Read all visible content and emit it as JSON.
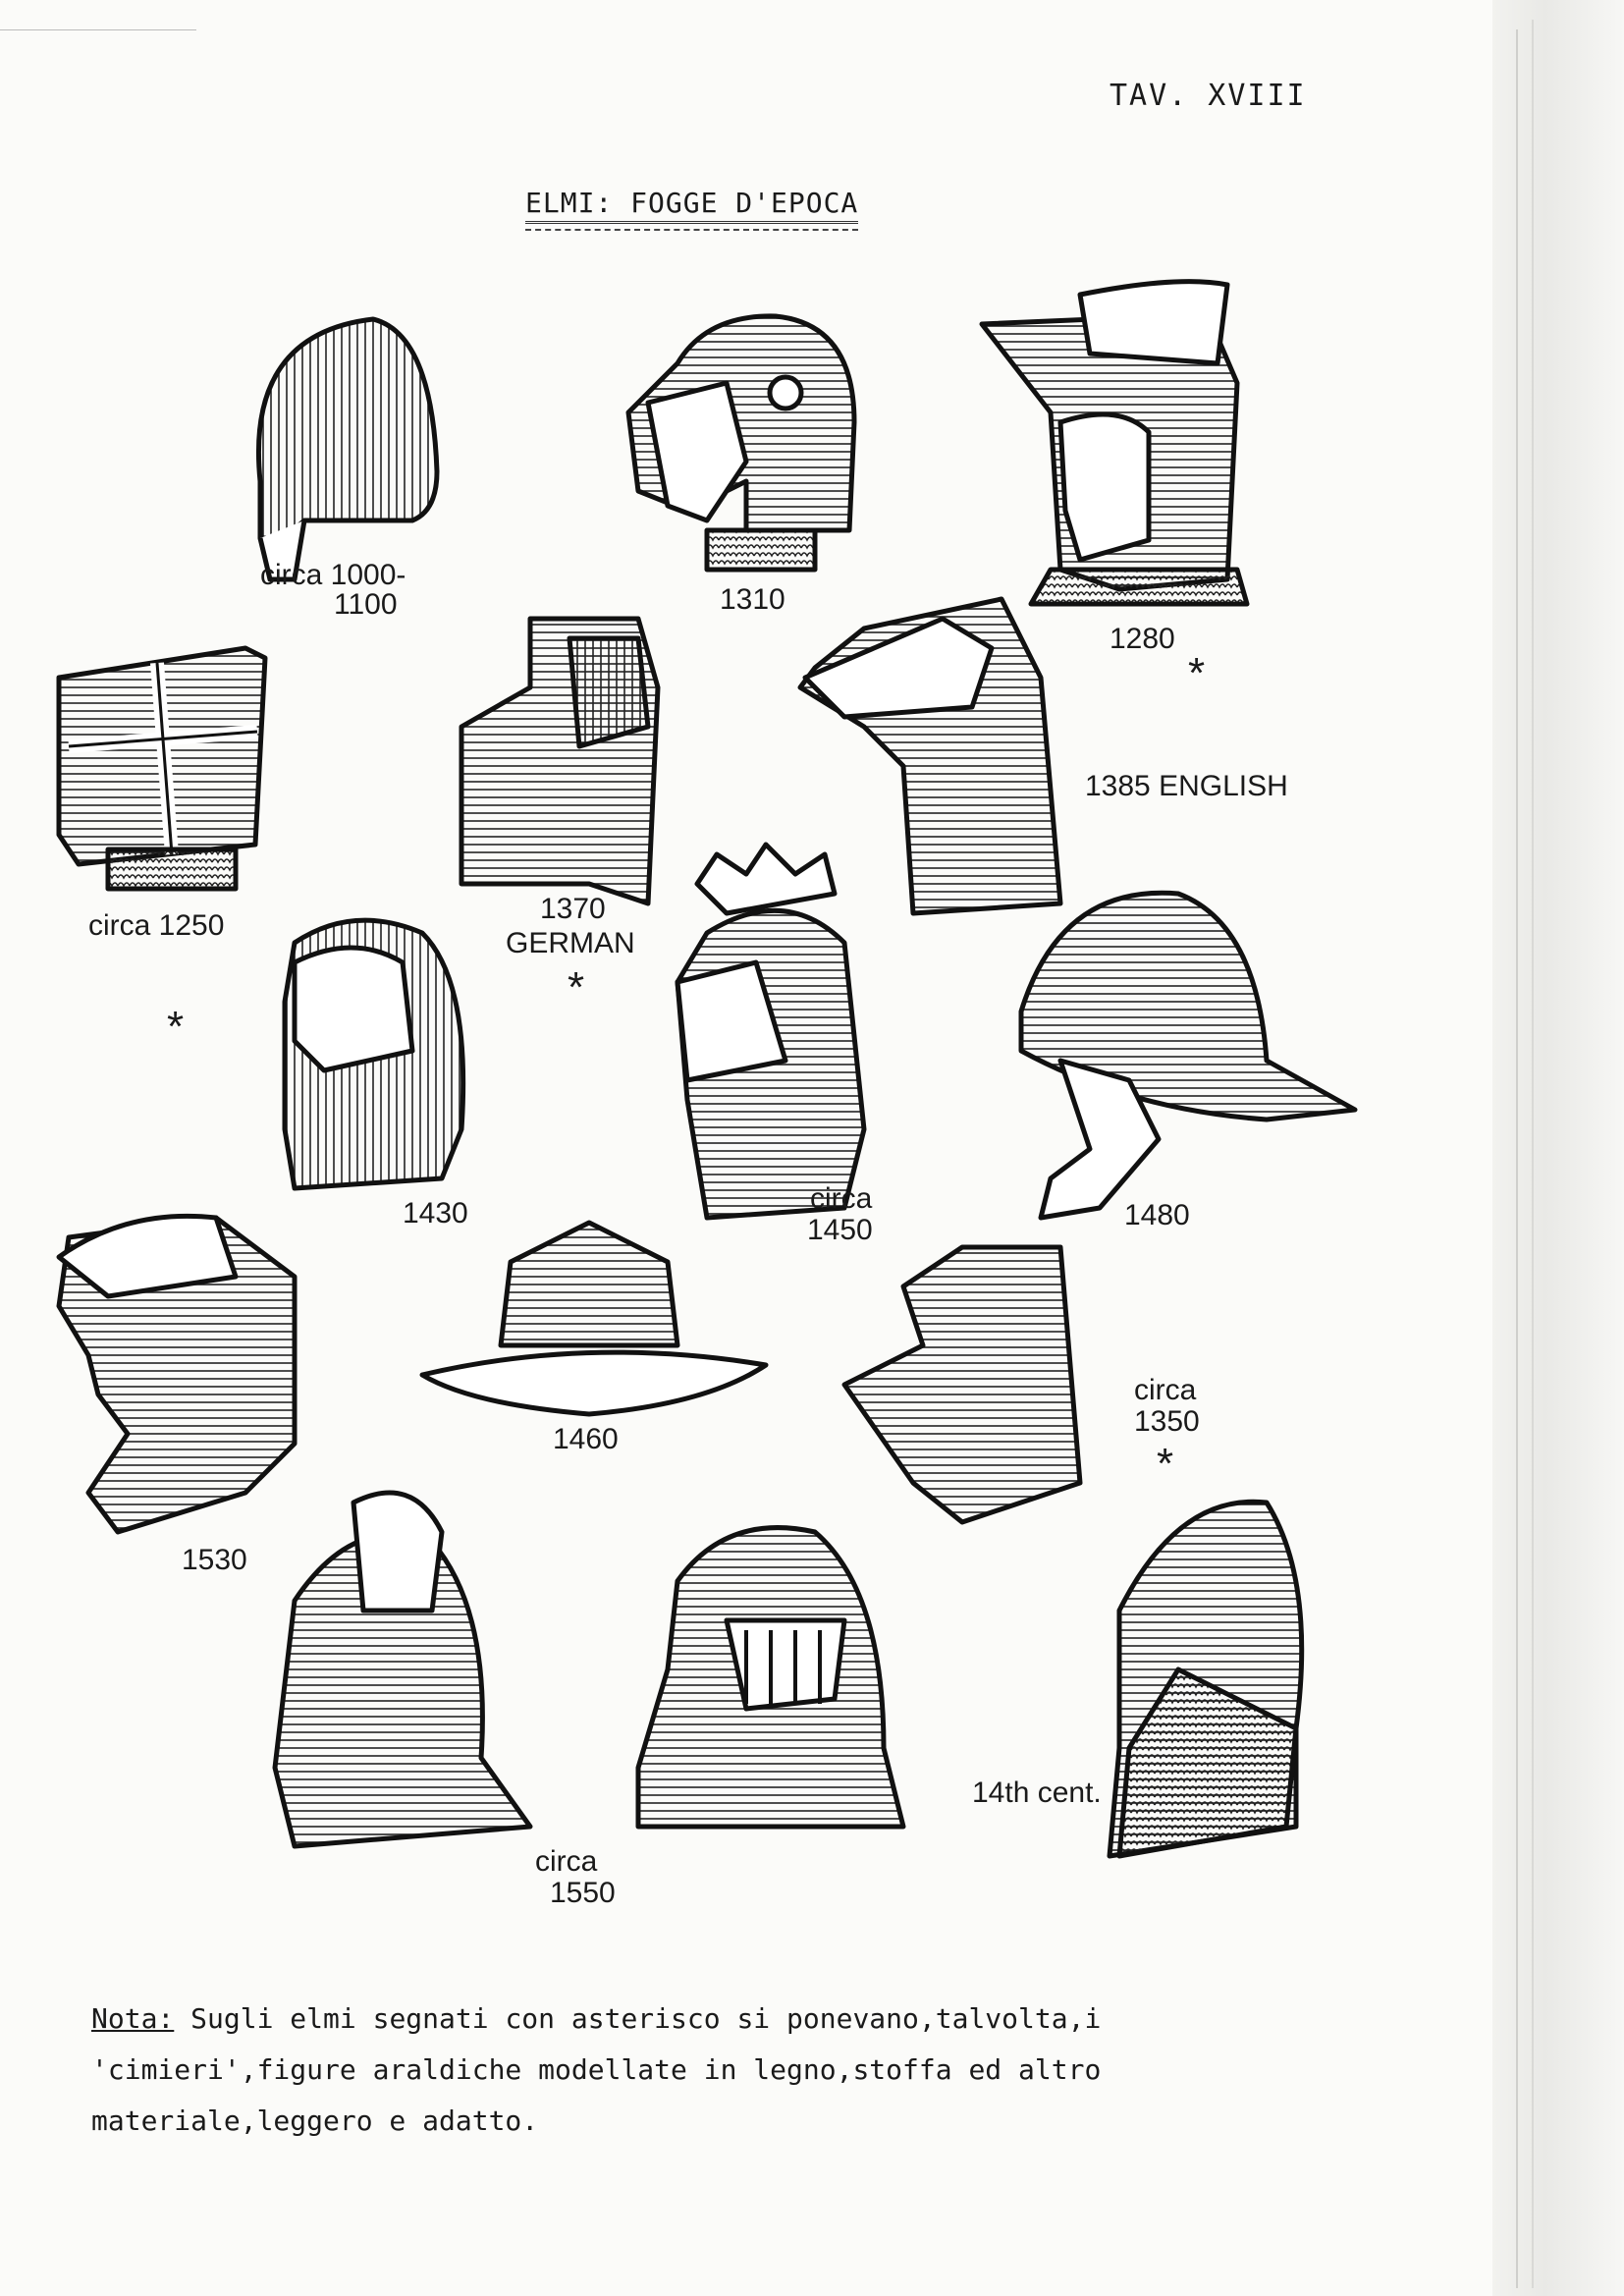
{
  "page": {
    "plate_number": "TAV. XVIII",
    "title": "ELMI: FOGGE D'EPOCA"
  },
  "helmets": [
    {
      "id": "nasal-helm",
      "caption_lines": [
        "circa 1000-",
        "1100"
      ],
      "asterisk": false
    },
    {
      "id": "helm-1310",
      "caption_lines": [
        "1310"
      ],
      "asterisk": false
    },
    {
      "id": "helm-1280",
      "caption_lines": [
        "1280"
      ],
      "asterisk": true
    },
    {
      "id": "great-helm",
      "caption_lines": [
        "circa 1250"
      ],
      "asterisk": true
    },
    {
      "id": "helm-1370",
      "caption_lines": [
        "1370",
        "GERMAN"
      ],
      "asterisk": true
    },
    {
      "id": "helm-1385",
      "caption_lines": [
        "1385 ENGLISH"
      ],
      "asterisk": false
    },
    {
      "id": "helm-1430",
      "caption_lines": [
        "1430"
      ],
      "asterisk": false
    },
    {
      "id": "helm-1450",
      "caption_lines": [
        "circa",
        "1450"
      ],
      "asterisk": false
    },
    {
      "id": "sallet-1480",
      "caption_lines": [
        "1480"
      ],
      "asterisk": false
    },
    {
      "id": "helm-1530",
      "caption_lines": [
        "1530"
      ],
      "asterisk": false
    },
    {
      "id": "kettle-hat-1460",
      "caption_lines": [
        "1460"
      ],
      "asterisk": false
    },
    {
      "id": "bascinet-1350",
      "caption_lines": [
        "circa",
        "1350"
      ],
      "asterisk": true
    },
    {
      "id": "close-helm-1550",
      "caption_lines": [
        "circa",
        "1550"
      ],
      "asterisk": false
    },
    {
      "id": "helm-14th",
      "caption_lines": [
        "14th cent."
      ],
      "asterisk": false
    }
  ],
  "asterisk_symbol": "*",
  "note": {
    "label": "Nota:",
    "text": " Sugli elmi segnati con asterisco si ponevano,talvolta,i 'cimieri',figure araldiche modellate in legno,stoffa ed altro materiale,leggero e adatto."
  }
}
